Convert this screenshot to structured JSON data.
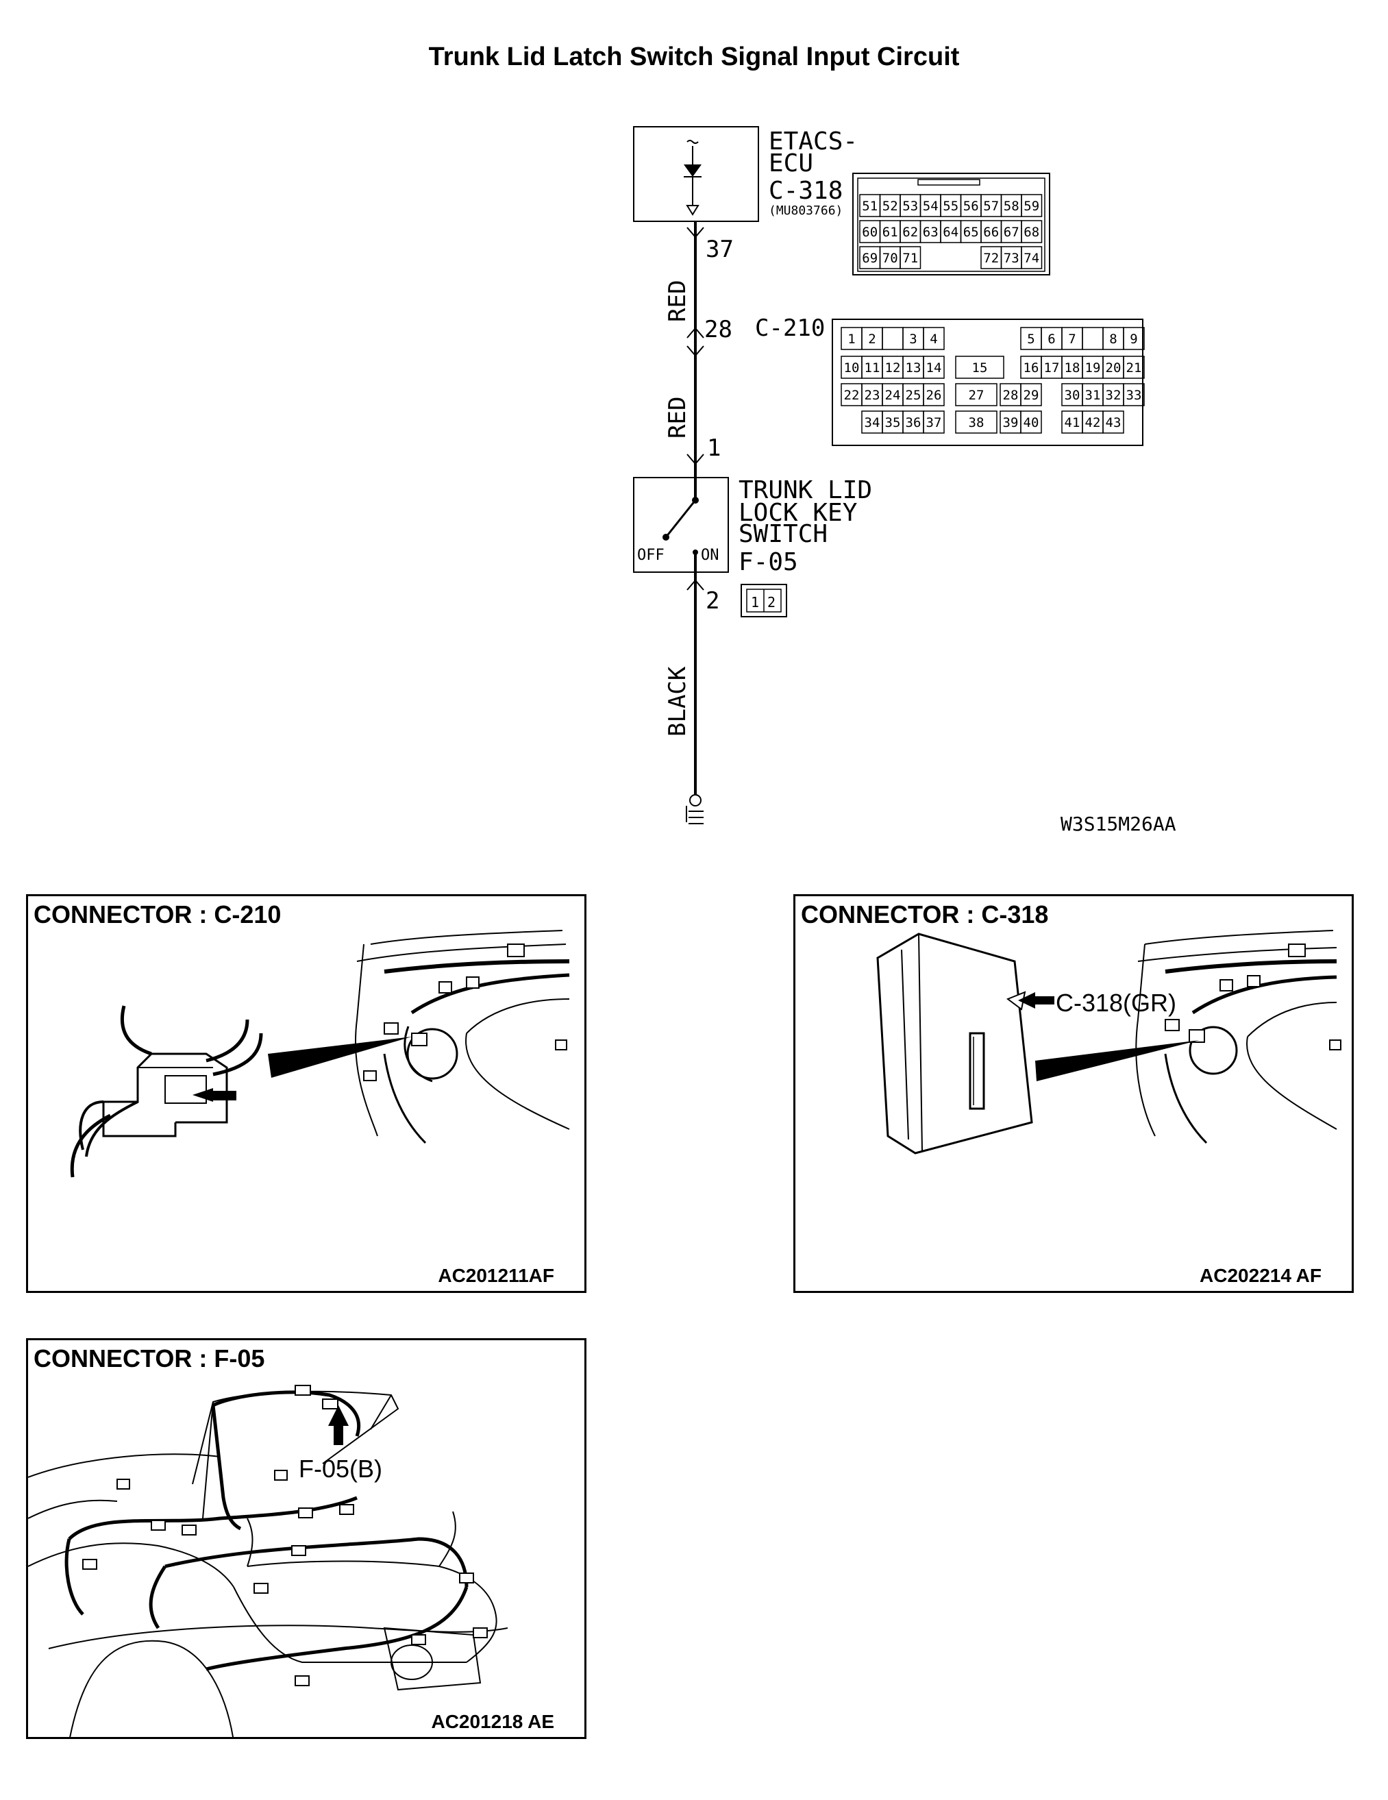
{
  "title": "Trunk Lid Latch Switch Signal Input Circuit",
  "schematic": {
    "ecu": {
      "name_line1": "ETACS-",
      "name_line2": "ECU",
      "connector": "C-318",
      "part_number": "(MU803766)",
      "pin": "37"
    },
    "c318_pins": {
      "row1": [
        "51",
        "52",
        "53",
        "54",
        "55",
        "56",
        "57",
        "58",
        "59"
      ],
      "row2": [
        "60",
        "61",
        "62",
        "63",
        "64",
        "65",
        "66",
        "67",
        "68"
      ],
      "row3": [
        "69",
        "70",
        "71",
        "72",
        "73",
        "74"
      ]
    },
    "wire1_color": "RED",
    "junction": {
      "pin": "28",
      "connector": "C-210"
    },
    "c210_pins": {
      "row1": [
        "1",
        "2",
        "3",
        "4",
        "5",
        "6",
        "7",
        "8",
        "9"
      ],
      "row2": [
        "10",
        "11",
        "12",
        "13",
        "14",
        "15",
        "16",
        "17",
        "18",
        "19",
        "20",
        "21"
      ],
      "row3": [
        "22",
        "23",
        "24",
        "25",
        "26",
        "27",
        "28",
        "29",
        "30",
        "31",
        "32",
        "33"
      ],
      "row4": [
        "34",
        "35",
        "36",
        "37",
        "38",
        "39",
        "40",
        "41",
        "42",
        "43"
      ]
    },
    "wire2_color": "RED",
    "switch": {
      "pin_top": "1",
      "name_line1": "TRUNK LID",
      "name_line2": "LOCK KEY",
      "name_line3": "SWITCH",
      "connector": "F-05",
      "off_label": "OFF",
      "on_label": "ON",
      "pin_bottom": "2"
    },
    "f05_pins": [
      "1",
      "2"
    ],
    "wire3_color": "BLACK",
    "diagram_code": "W3S15M26AA"
  },
  "panels": {
    "c210": {
      "title": "CONNECTOR : C-210",
      "code": "AC201211AF"
    },
    "c318": {
      "title": "CONNECTOR : C-318",
      "callout": "C-318(GR)",
      "code": "AC202214 AF"
    },
    "f05": {
      "title": "CONNECTOR : F-05",
      "callout": "F-05(B)",
      "code": "AC201218 AE"
    }
  }
}
